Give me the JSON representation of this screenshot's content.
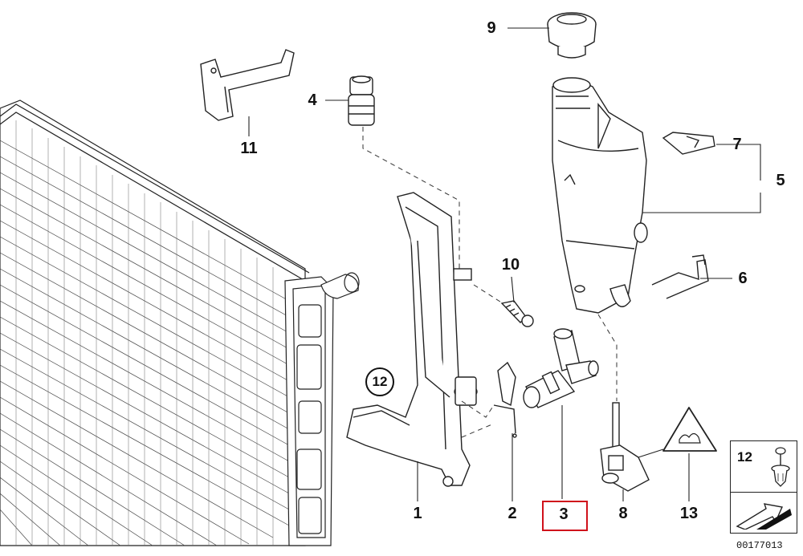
{
  "callouts": {
    "c1": "1",
    "c2": "2",
    "c3": "3",
    "c4": "4",
    "c5": "5",
    "c6": "6",
    "c7": "7",
    "c8": "8",
    "c9": "9",
    "c10": "10",
    "c11": "11",
    "c12": "12",
    "c13": "13"
  },
  "circled_ref": "12",
  "legend": {
    "item": "12"
  },
  "document_number": "00177013",
  "highlight_color": "#d0111b"
}
